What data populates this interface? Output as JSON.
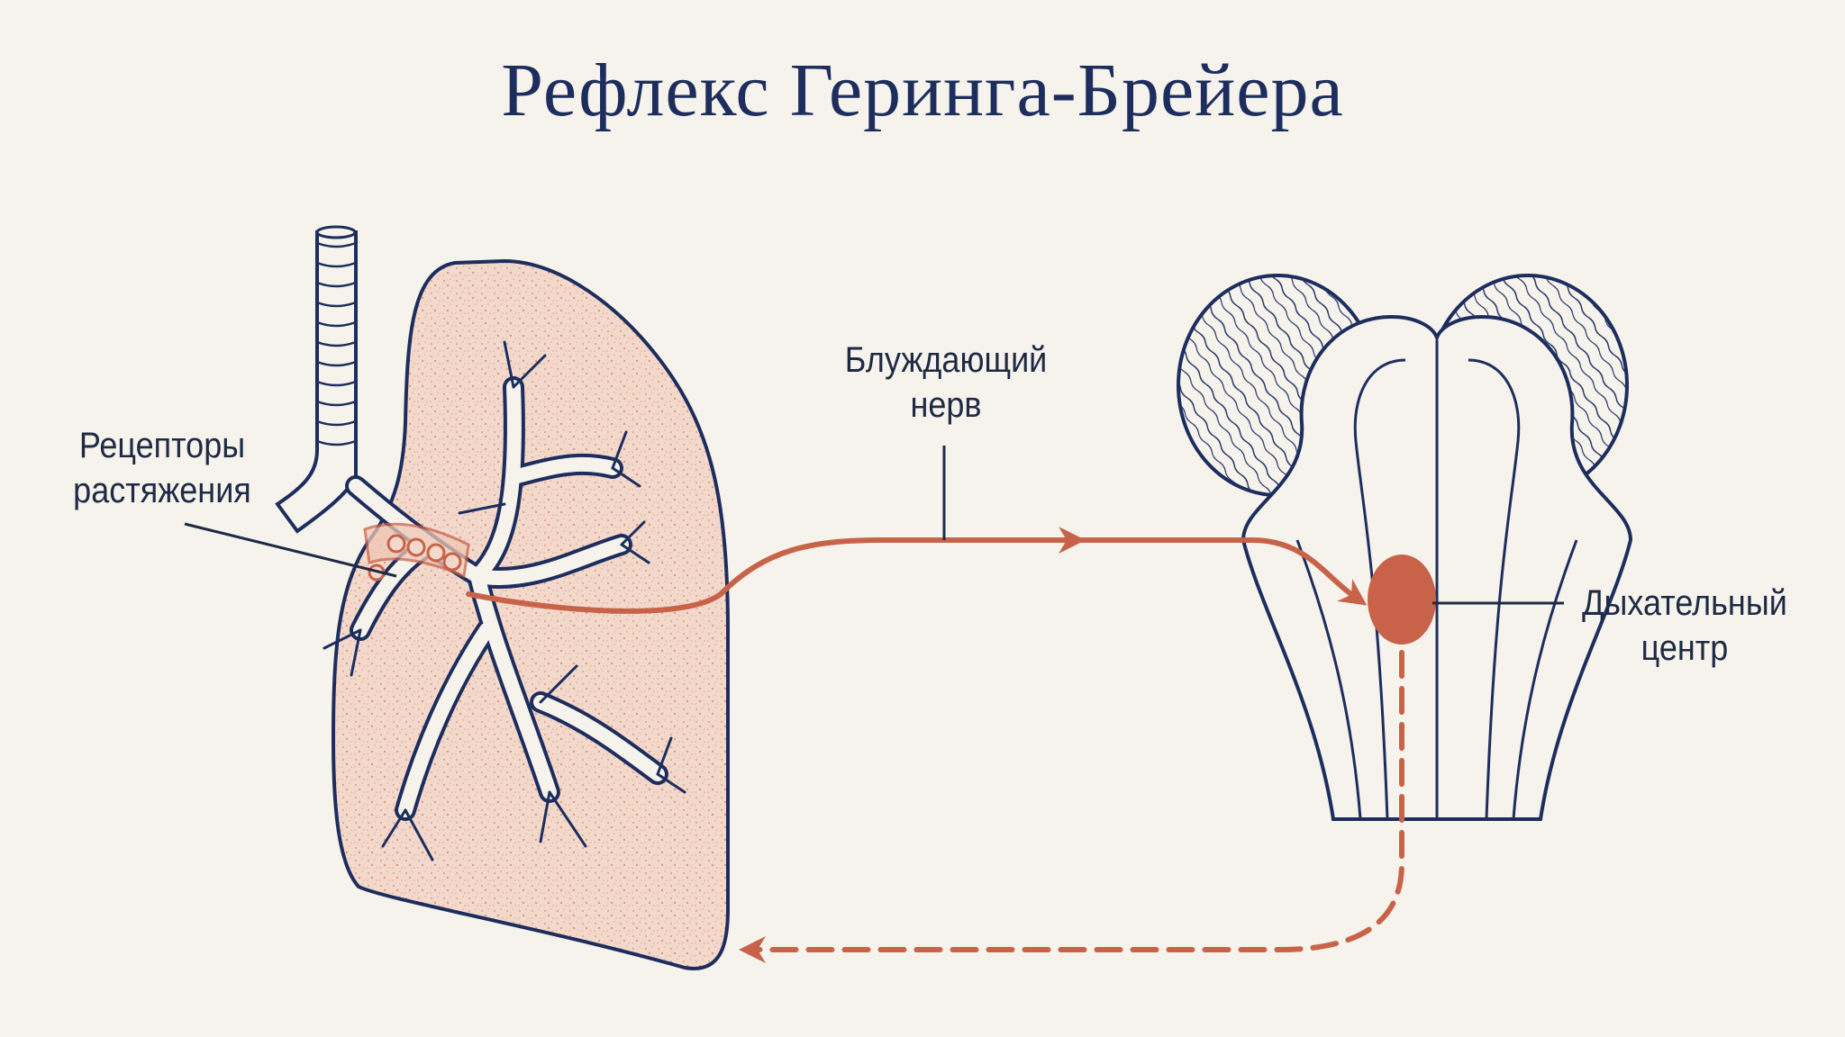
{
  "title": "Рефлекс Геринга-Брейера",
  "labels": {
    "receptors": [
      "Рецепторы",
      "растяжения"
    ],
    "vagus": [
      "Блуждающий",
      "нерв"
    ],
    "center": [
      "Дыхательный",
      "центр"
    ]
  },
  "colors": {
    "outline": "#1d2e5e",
    "nerve": "#c8634a",
    "lung_fill": "#f3d9cc",
    "background": "#f6f2ec"
  }
}
